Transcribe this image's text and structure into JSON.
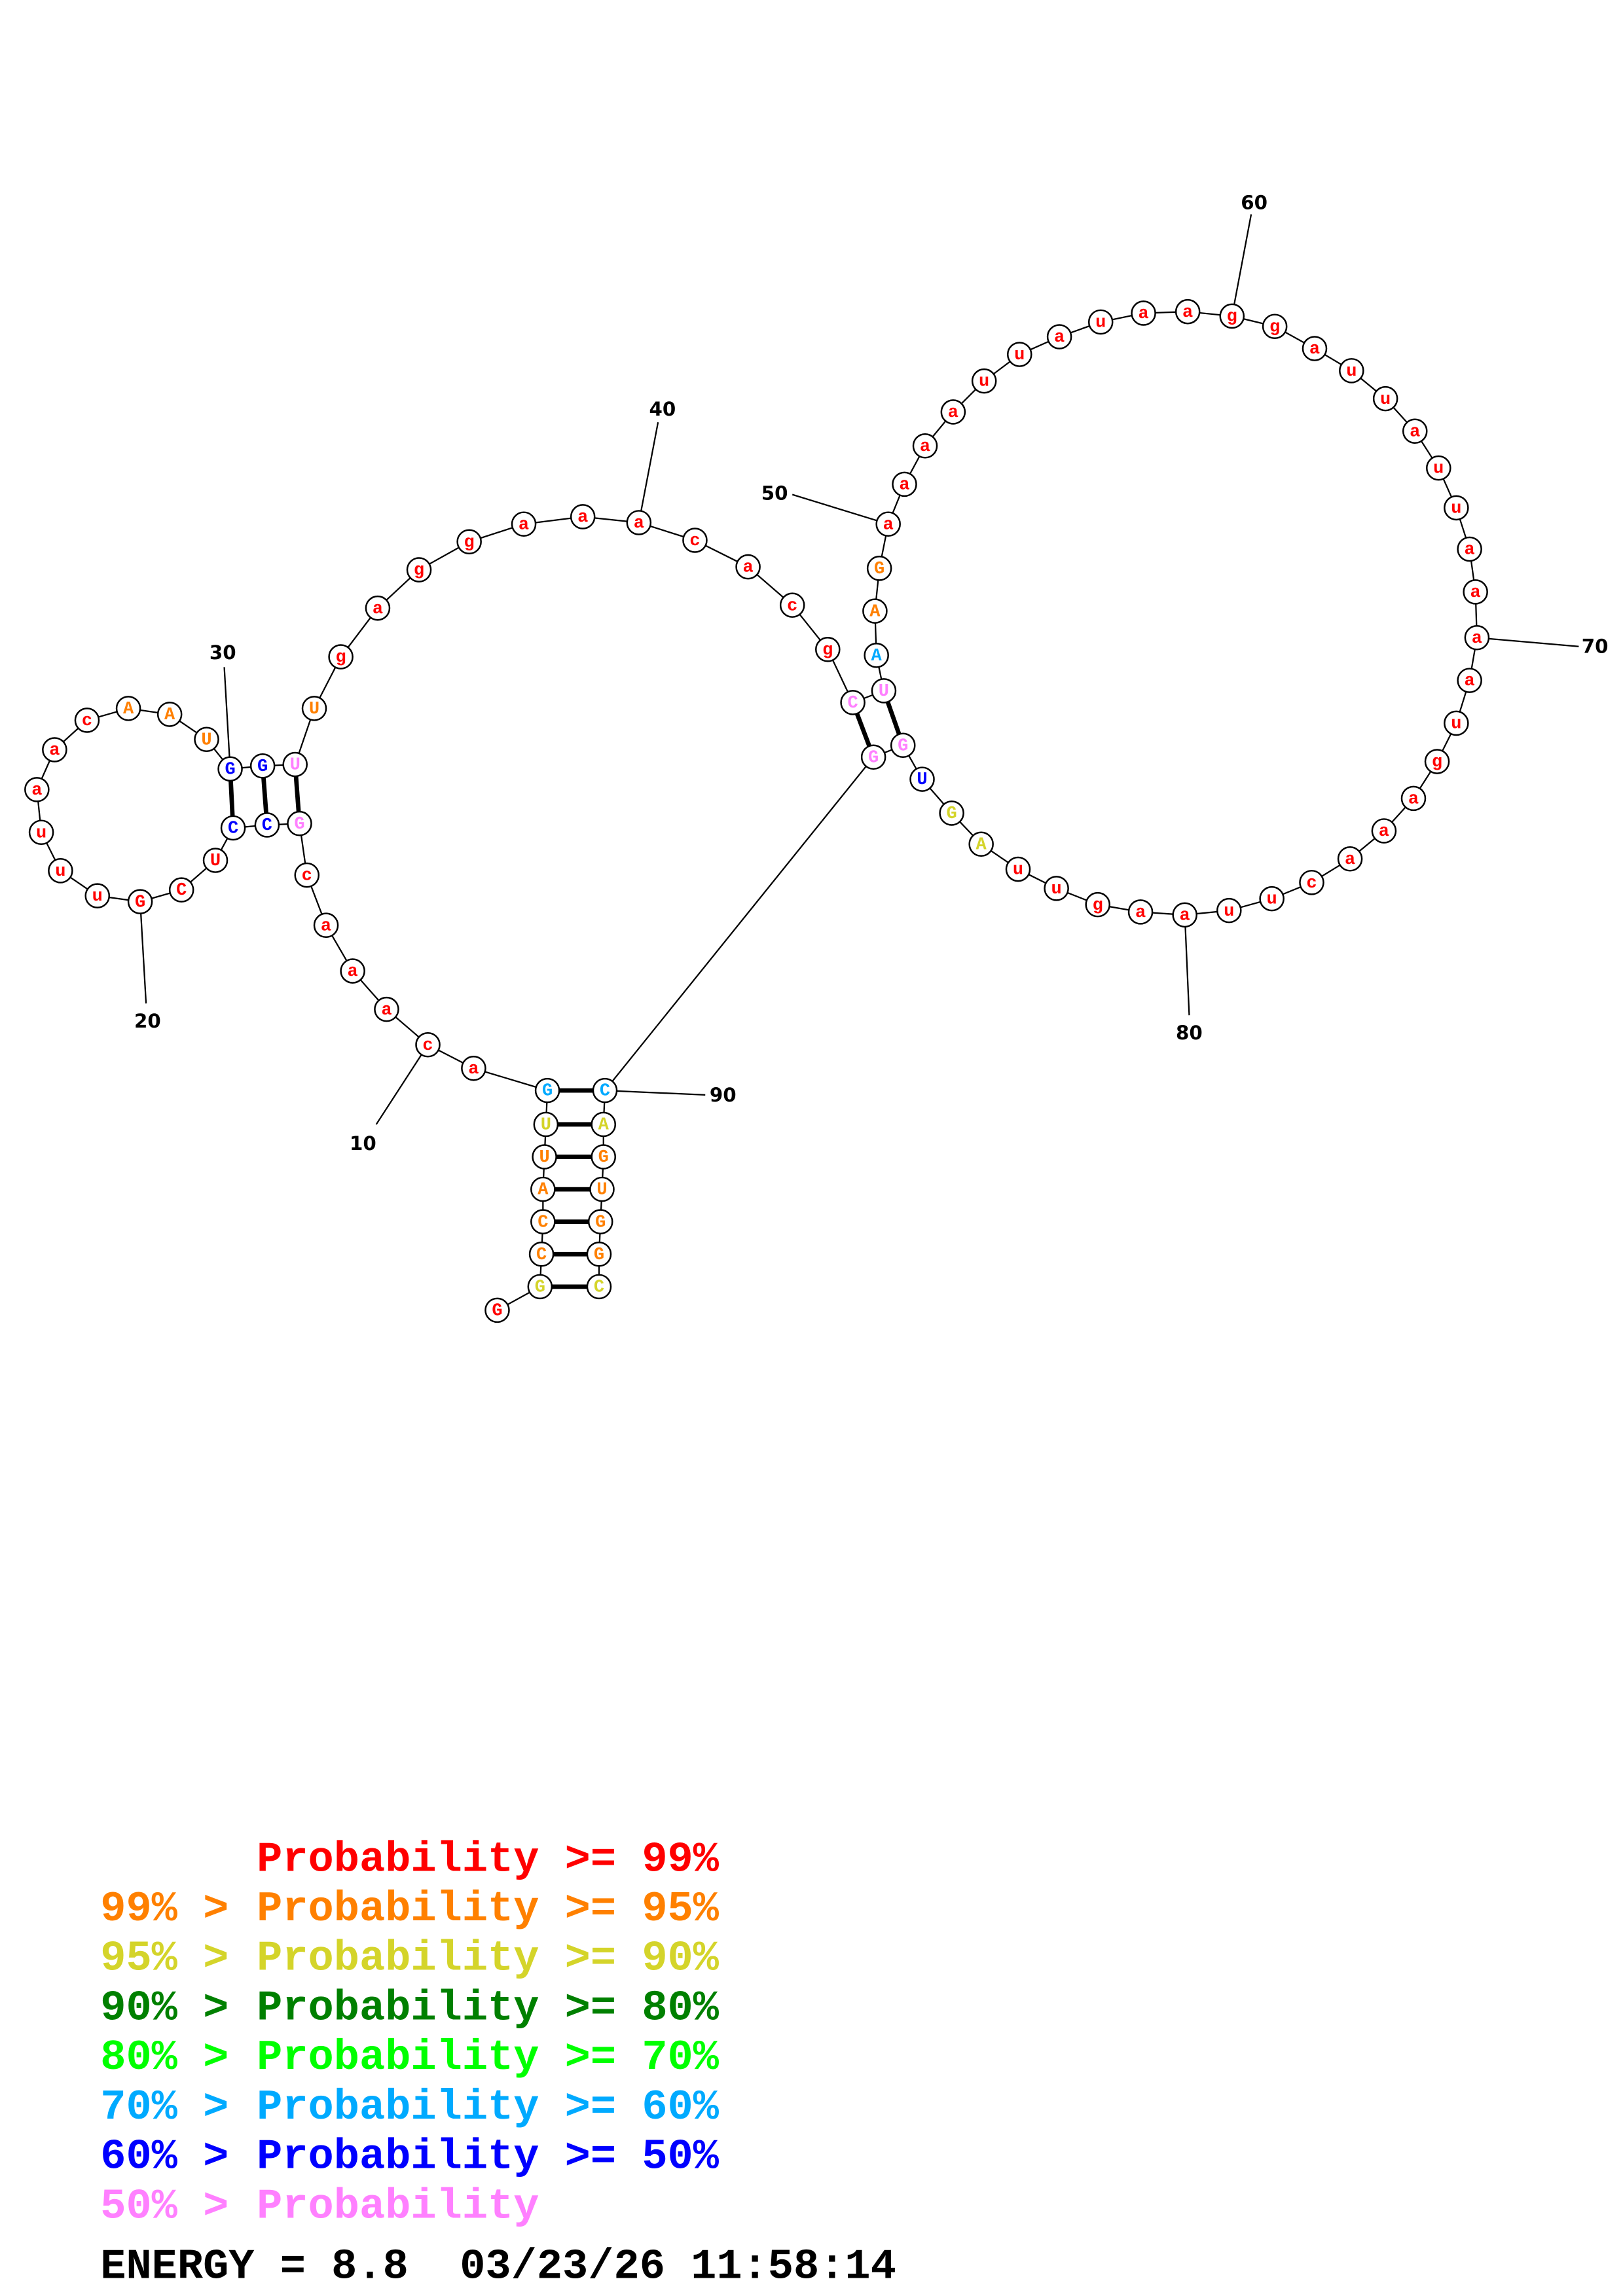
{
  "bin_colors": [
    "#ff0000",
    "#ff8000",
    "#d4d42a",
    "#008000",
    "#00ff00",
    "#00aaff",
    "#0000ff",
    "#ff80ff"
  ],
  "nucleotides": [
    {
      "b": "G",
      "p": 0
    },
    {
      "b": "G",
      "p": 2
    },
    {
      "b": "C",
      "p": 1
    },
    {
      "b": "C",
      "p": 1
    },
    {
      "b": "A",
      "p": 1
    },
    {
      "b": "U",
      "p": 1
    },
    {
      "b": "U",
      "p": 2
    },
    {
      "b": "G",
      "p": 5
    },
    {
      "b": "a",
      "p": 0
    },
    {
      "b": "c",
      "p": 0
    },
    {
      "b": "a",
      "p": 0
    },
    {
      "b": "a",
      "p": 0
    },
    {
      "b": "a",
      "p": 0
    },
    {
      "b": "c",
      "p": 0
    },
    {
      "b": "G",
      "p": 7
    },
    {
      "b": "C",
      "p": 6
    },
    {
      "b": "C",
      "p": 6
    },
    {
      "b": "U",
      "p": 0
    },
    {
      "b": "C",
      "p": 0
    },
    {
      "b": "G",
      "p": 0
    },
    {
      "b": "u",
      "p": 0
    },
    {
      "b": "u",
      "p": 0
    },
    {
      "b": "u",
      "p": 0
    },
    {
      "b": "a",
      "p": 0
    },
    {
      "b": "a",
      "p": 0
    },
    {
      "b": "c",
      "p": 0
    },
    {
      "b": "A",
      "p": 1
    },
    {
      "b": "A",
      "p": 1
    },
    {
      "b": "U",
      "p": 1
    },
    {
      "b": "G",
      "p": 6
    },
    {
      "b": "G",
      "p": 6
    },
    {
      "b": "U",
      "p": 7
    },
    {
      "b": "U",
      "p": 1
    },
    {
      "b": "g",
      "p": 0
    },
    {
      "b": "a",
      "p": 0
    },
    {
      "b": "g",
      "p": 0
    },
    {
      "b": "g",
      "p": 0
    },
    {
      "b": "a",
      "p": 0
    },
    {
      "b": "a",
      "p": 0
    },
    {
      "b": "a",
      "p": 0
    },
    {
      "b": "c",
      "p": 0
    },
    {
      "b": "a",
      "p": 0
    },
    {
      "b": "c",
      "p": 0
    },
    {
      "b": "g",
      "p": 0
    },
    {
      "b": "C",
      "p": 7
    },
    {
      "b": "U",
      "p": 7
    },
    {
      "b": "A",
      "p": 5
    },
    {
      "b": "A",
      "p": 1
    },
    {
      "b": "G",
      "p": 1
    },
    {
      "b": "a",
      "p": 0
    },
    {
      "b": "a",
      "p": 0
    },
    {
      "b": "a",
      "p": 0
    },
    {
      "b": "a",
      "p": 0
    },
    {
      "b": "u",
      "p": 0
    },
    {
      "b": "u",
      "p": 0
    },
    {
      "b": "a",
      "p": 0
    },
    {
      "b": "u",
      "p": 0
    },
    {
      "b": "a",
      "p": 0
    },
    {
      "b": "a",
      "p": 0
    },
    {
      "b": "g",
      "p": 0
    },
    {
      "b": "g",
      "p": 0
    },
    {
      "b": "a",
      "p": 0
    },
    {
      "b": "u",
      "p": 0
    },
    {
      "b": "u",
      "p": 0
    },
    {
      "b": "a",
      "p": 0
    },
    {
      "b": "u",
      "p": 0
    },
    {
      "b": "u",
      "p": 0
    },
    {
      "b": "a",
      "p": 0
    },
    {
      "b": "a",
      "p": 0
    },
    {
      "b": "a",
      "p": 0
    },
    {
      "b": "a",
      "p": 0
    },
    {
      "b": "u",
      "p": 0
    },
    {
      "b": "g",
      "p": 0
    },
    {
      "b": "a",
      "p": 0
    },
    {
      "b": "a",
      "p": 0
    },
    {
      "b": "a",
      "p": 0
    },
    {
      "b": "c",
      "p": 0
    },
    {
      "b": "u",
      "p": 0
    },
    {
      "b": "u",
      "p": 0
    },
    {
      "b": "a",
      "p": 0
    },
    {
      "b": "a",
      "p": 0
    },
    {
      "b": "g",
      "p": 0
    },
    {
      "b": "u",
      "p": 0
    },
    {
      "b": "u",
      "p": 0
    },
    {
      "b": "A",
      "p": 2
    },
    {
      "b": "G",
      "p": 2
    },
    {
      "b": "U",
      "p": 6
    },
    {
      "b": "G",
      "p": 7
    },
    {
      "b": "G",
      "p": 7
    },
    {
      "b": "C",
      "p": 5
    },
    {
      "b": "A",
      "p": 2
    },
    {
      "b": "G",
      "p": 1
    },
    {
      "b": "U",
      "p": 1
    },
    {
      "b": "G",
      "p": 1
    },
    {
      "b": "G",
      "p": 1
    },
    {
      "b": "C",
      "p": 2
    }
  ],
  "pairs": [
    [
      2,
      96
    ],
    [
      3,
      95
    ],
    [
      4,
      94
    ],
    [
      5,
      93
    ],
    [
      6,
      92
    ],
    [
      7,
      91
    ],
    [
      8,
      90
    ],
    [
      15,
      32
    ],
    [
      16,
      31
    ],
    [
      17,
      30
    ],
    [
      45,
      89
    ],
    [
      46,
      88
    ]
  ],
  "position_labels": [
    "10",
    "20",
    "30",
    "40",
    "50",
    "60",
    "70",
    "80",
    "90"
  ],
  "legend": [
    {
      "prefix": "",
      "text": "Probability >= 99%",
      "bin": 0
    },
    {
      "prefix": "99% > ",
      "text": "Probability >= 95%",
      "bin": 1
    },
    {
      "prefix": "95% > ",
      "text": "Probability >= 90%",
      "bin": 2
    },
    {
      "prefix": "90% > ",
      "text": "Probability >= 80%",
      "bin": 3
    },
    {
      "prefix": "80% > ",
      "text": "Probability >= 70%",
      "bin": 4
    },
    {
      "prefix": "70% > ",
      "text": "Probability >= 60%",
      "bin": 5
    },
    {
      "prefix": "60% > ",
      "text": "Probability >= 50%",
      "bin": 6
    },
    {
      "prefix": "50% > ",
      "text": "Probability",
      "bin": 7
    }
  ],
  "energy_line": "ENERGY = 8.8  03/23/26 11:58:14"
}
